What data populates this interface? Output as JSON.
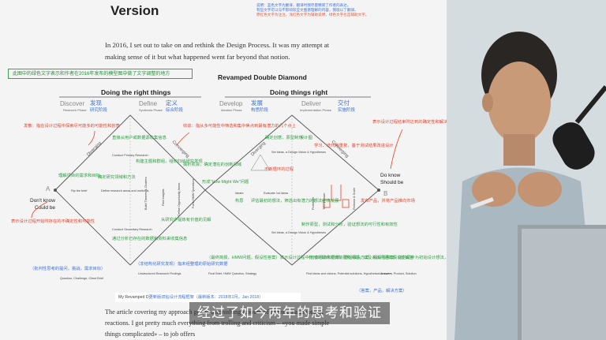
{
  "doc": {
    "title": "Version",
    "note_blue": "说明：蓝色文字为翻译，翻译时我尽量精简了作者的表达。",
    "note_blue2": "有些文字可以与不影响较全文图意理解的内容，我就以了翻译。",
    "note_red": "原红色文字为注注，浅红色文字为辅助说明，绿色文字也是辅助文字。",
    "paragraph": "In 2016, I set out to take on and rethink the Design Process. It was my attempt at making sense of it but what happened went far beyond that notion.",
    "green_box": "此图中的绿色文字表示和作者在2016年发布的模型图中做了文字调整的地方",
    "revamped_title": "Revamped Double Diamond",
    "left_heading": "Doing the right things",
    "right_heading": "Doing things right",
    "phases": {
      "discover": "Discover",
      "discover_cn": "发现",
      "discover_cn2": "研究阶段",
      "discover_sub": "Research Phase",
      "define": "Define",
      "define_cn": "定义",
      "define_cn2": "综合阶段",
      "define_sub": "Synthesis Phase",
      "develop": "Develop",
      "develop_cn": "发展",
      "develop_cn2": "构思阶段",
      "develop_sub": "Ideation Phase",
      "deliver": "Deliver",
      "deliver_cn": "交付",
      "deliver_cn2": "实施阶段",
      "deliver_sub": "Implementation Phase"
    },
    "labels": {
      "diverging": "Diverging",
      "converging": "Converging",
      "dont_know": "Don't know",
      "could_be": "Could be",
      "do_know": "Do know",
      "should_be": "Should be",
      "a": "A",
      "b": "B"
    },
    "annotations": {
      "red1": "发散：指在设计过程中探索尽可能多的可能性和创意",
      "red2": "收敛：指从多可能性中筛选和集中焦点到最有潜力的几个点上",
      "red3": "表示设计过程开始时存在的不确定性和可能性",
      "red4": "表示设计过程结束时达到的确定性和解决方案",
      "red5": "不断循环的过程",
      "red6": "发布产品，并将产品推向市场",
      "red7": "学习、迭代和重复，基于测试结果改进设计",
      "green1": "直接从用户或数据源收集信息",
      "green2": "构建主题和群组，组织归纳研究发现",
      "green3": "理解项目的需求和目标",
      "green4": "确定研究领域和方法",
      "green5": "通过分析已存在的数据和资料来收集信息",
      "green6": "从研究中提炼有价值的见解",
      "green7": "撰析机会，确定潜在的创新领域",
      "green8": "形成\"How Might We\"问题",
      "green9": "构思",
      "green10": "确定创意，原型制作",
      "green11": "设计图",
      "green12": "评估最初的想法，筛选出有潜力的想法继续发展",
      "green13": "制作原型，测试和分析，验证想法的可行性和有效性",
      "green14": "（最终简报，HMW问题，假设性答案）表示设计过程中形成的最终项目简报和问题，以及对该问题的假设性解答",
      "green15": "（初步想法和愿景，潜在解决方案，假设性答案）指的是作为初始设计想法，可能的解决方案和基于这些的假设性答案",
      "blue1": "（批判性思考的提问，挑战，需求目标）",
      "blue2": "（非结构化研究发现）指未经整理的原始研究数据",
      "blue3": "（答案，产品，解决方案）"
    },
    "small_texts": {
      "rip_brief": "Rip the brief",
      "define_research": "Define research areas and methods",
      "conduct_primary": "Conduct Primary Research",
      "conduct_secondary": "Conduct Secondary Research",
      "build_themes": "Build Themes & Clusters",
      "find_insights": "Find Insights",
      "define_opps": "Define Opportunity Areas",
      "form_hmw": "Form HMW Questions",
      "ideate": "Ideate",
      "evaluate": "Evaluate 1st Ideas",
      "prototype": "Prototype",
      "test_learn": "Test & Learn",
      "release_scale": "Release & Scale",
      "question": "Question, Challenge, Client Brief",
      "unstructured": "Unstructured Research Findings",
      "final_brief": "Final Brief, HMW Question, Strategy",
      "first_ideas": "First ideas and visions, Potential solutions, Hypothetical answers",
      "answers": "Answers, Product, Solution",
      "set_ideas": "Set ideas, a Design Vision & Hypotheses"
    },
    "caption_prefix": "My Revamped D",
    "caption_blue": "更新版双钻设计流程框架",
    "caption_suffix": "（最新版本：2018年1月，Jan 2018）",
    "bottom_paragraph": "The article covering my approach got an astonishing amount of attention and tons of reactions. I got pretty much everything from trolling and criticism – «you made simple things complicated» – to job offers"
  },
  "video": {
    "subtitle": "经过了如今两年的思考和验证"
  },
  "colors": {
    "red": "#e0452c",
    "green": "#2e9a42",
    "blue": "#3b6fd6",
    "line": "#555555"
  }
}
